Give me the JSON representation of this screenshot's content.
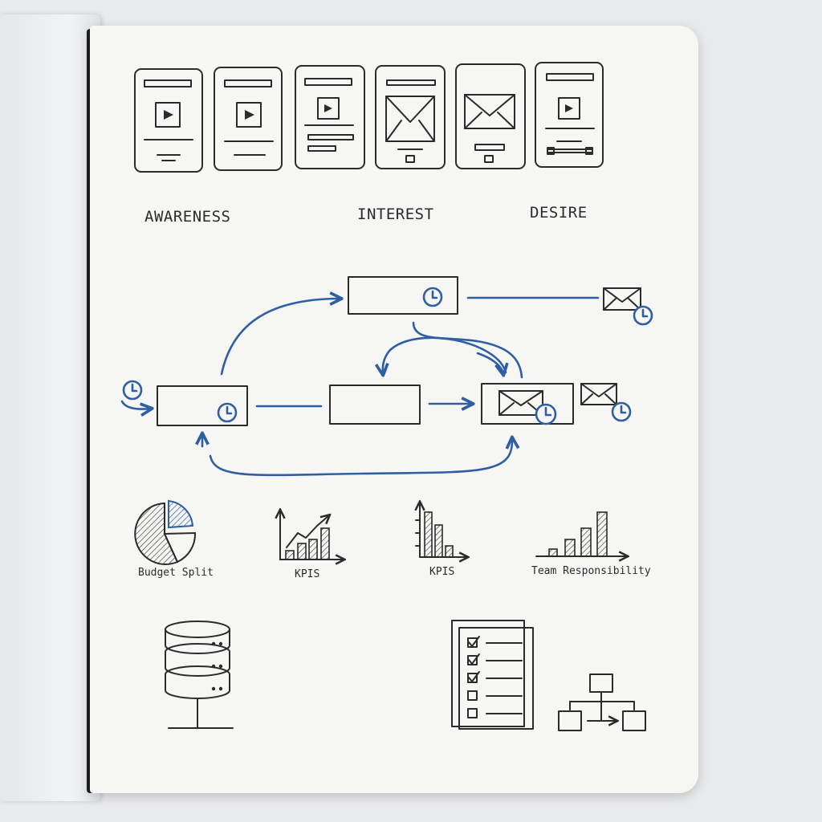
{
  "stages": [
    {
      "label": "AWARENESS"
    },
    {
      "label": "INTEREST"
    },
    {
      "label": "DESIRE"
    }
  ],
  "chart_labels": {
    "budget": "Budget Split",
    "kpis_1": "KPIS",
    "kpis_2": "KPIS",
    "team": "Team Responsibility"
  },
  "colors": {
    "ink": "#2b2b2b",
    "accent_blue": "#2f5fa3",
    "paper": "#f6f6f5"
  }
}
